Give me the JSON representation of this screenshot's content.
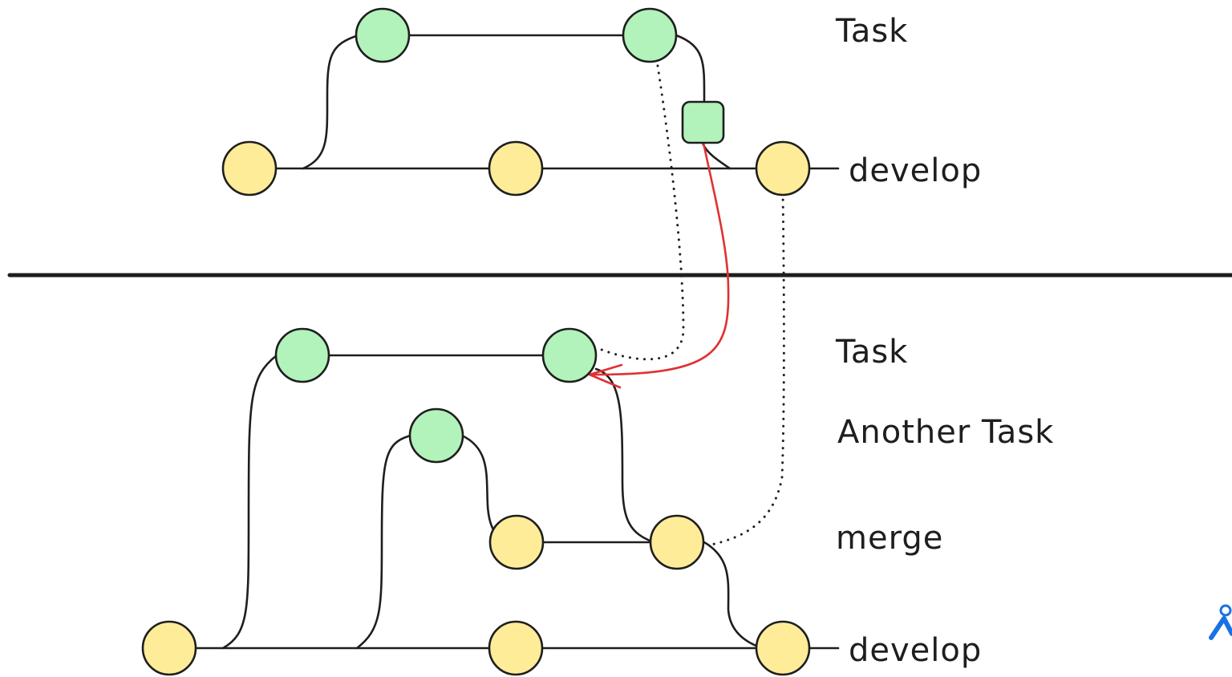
{
  "colors": {
    "task_node": "#b2f2bb",
    "develop_node": "#ffec99",
    "stroke": "#1e1e1e",
    "cherry_pick_arrow": "#e03131",
    "divider": "#1e1e1e",
    "cursor_accent": "#1971e5"
  },
  "top": {
    "task_label": "Task",
    "develop_label": "develop"
  },
  "bottom": {
    "task_label": "Task",
    "another_task_label": "Another Task",
    "merge_label": "merge",
    "develop_label": "develop"
  },
  "icons": {
    "cursor": "collaborator-cursor-icon"
  }
}
